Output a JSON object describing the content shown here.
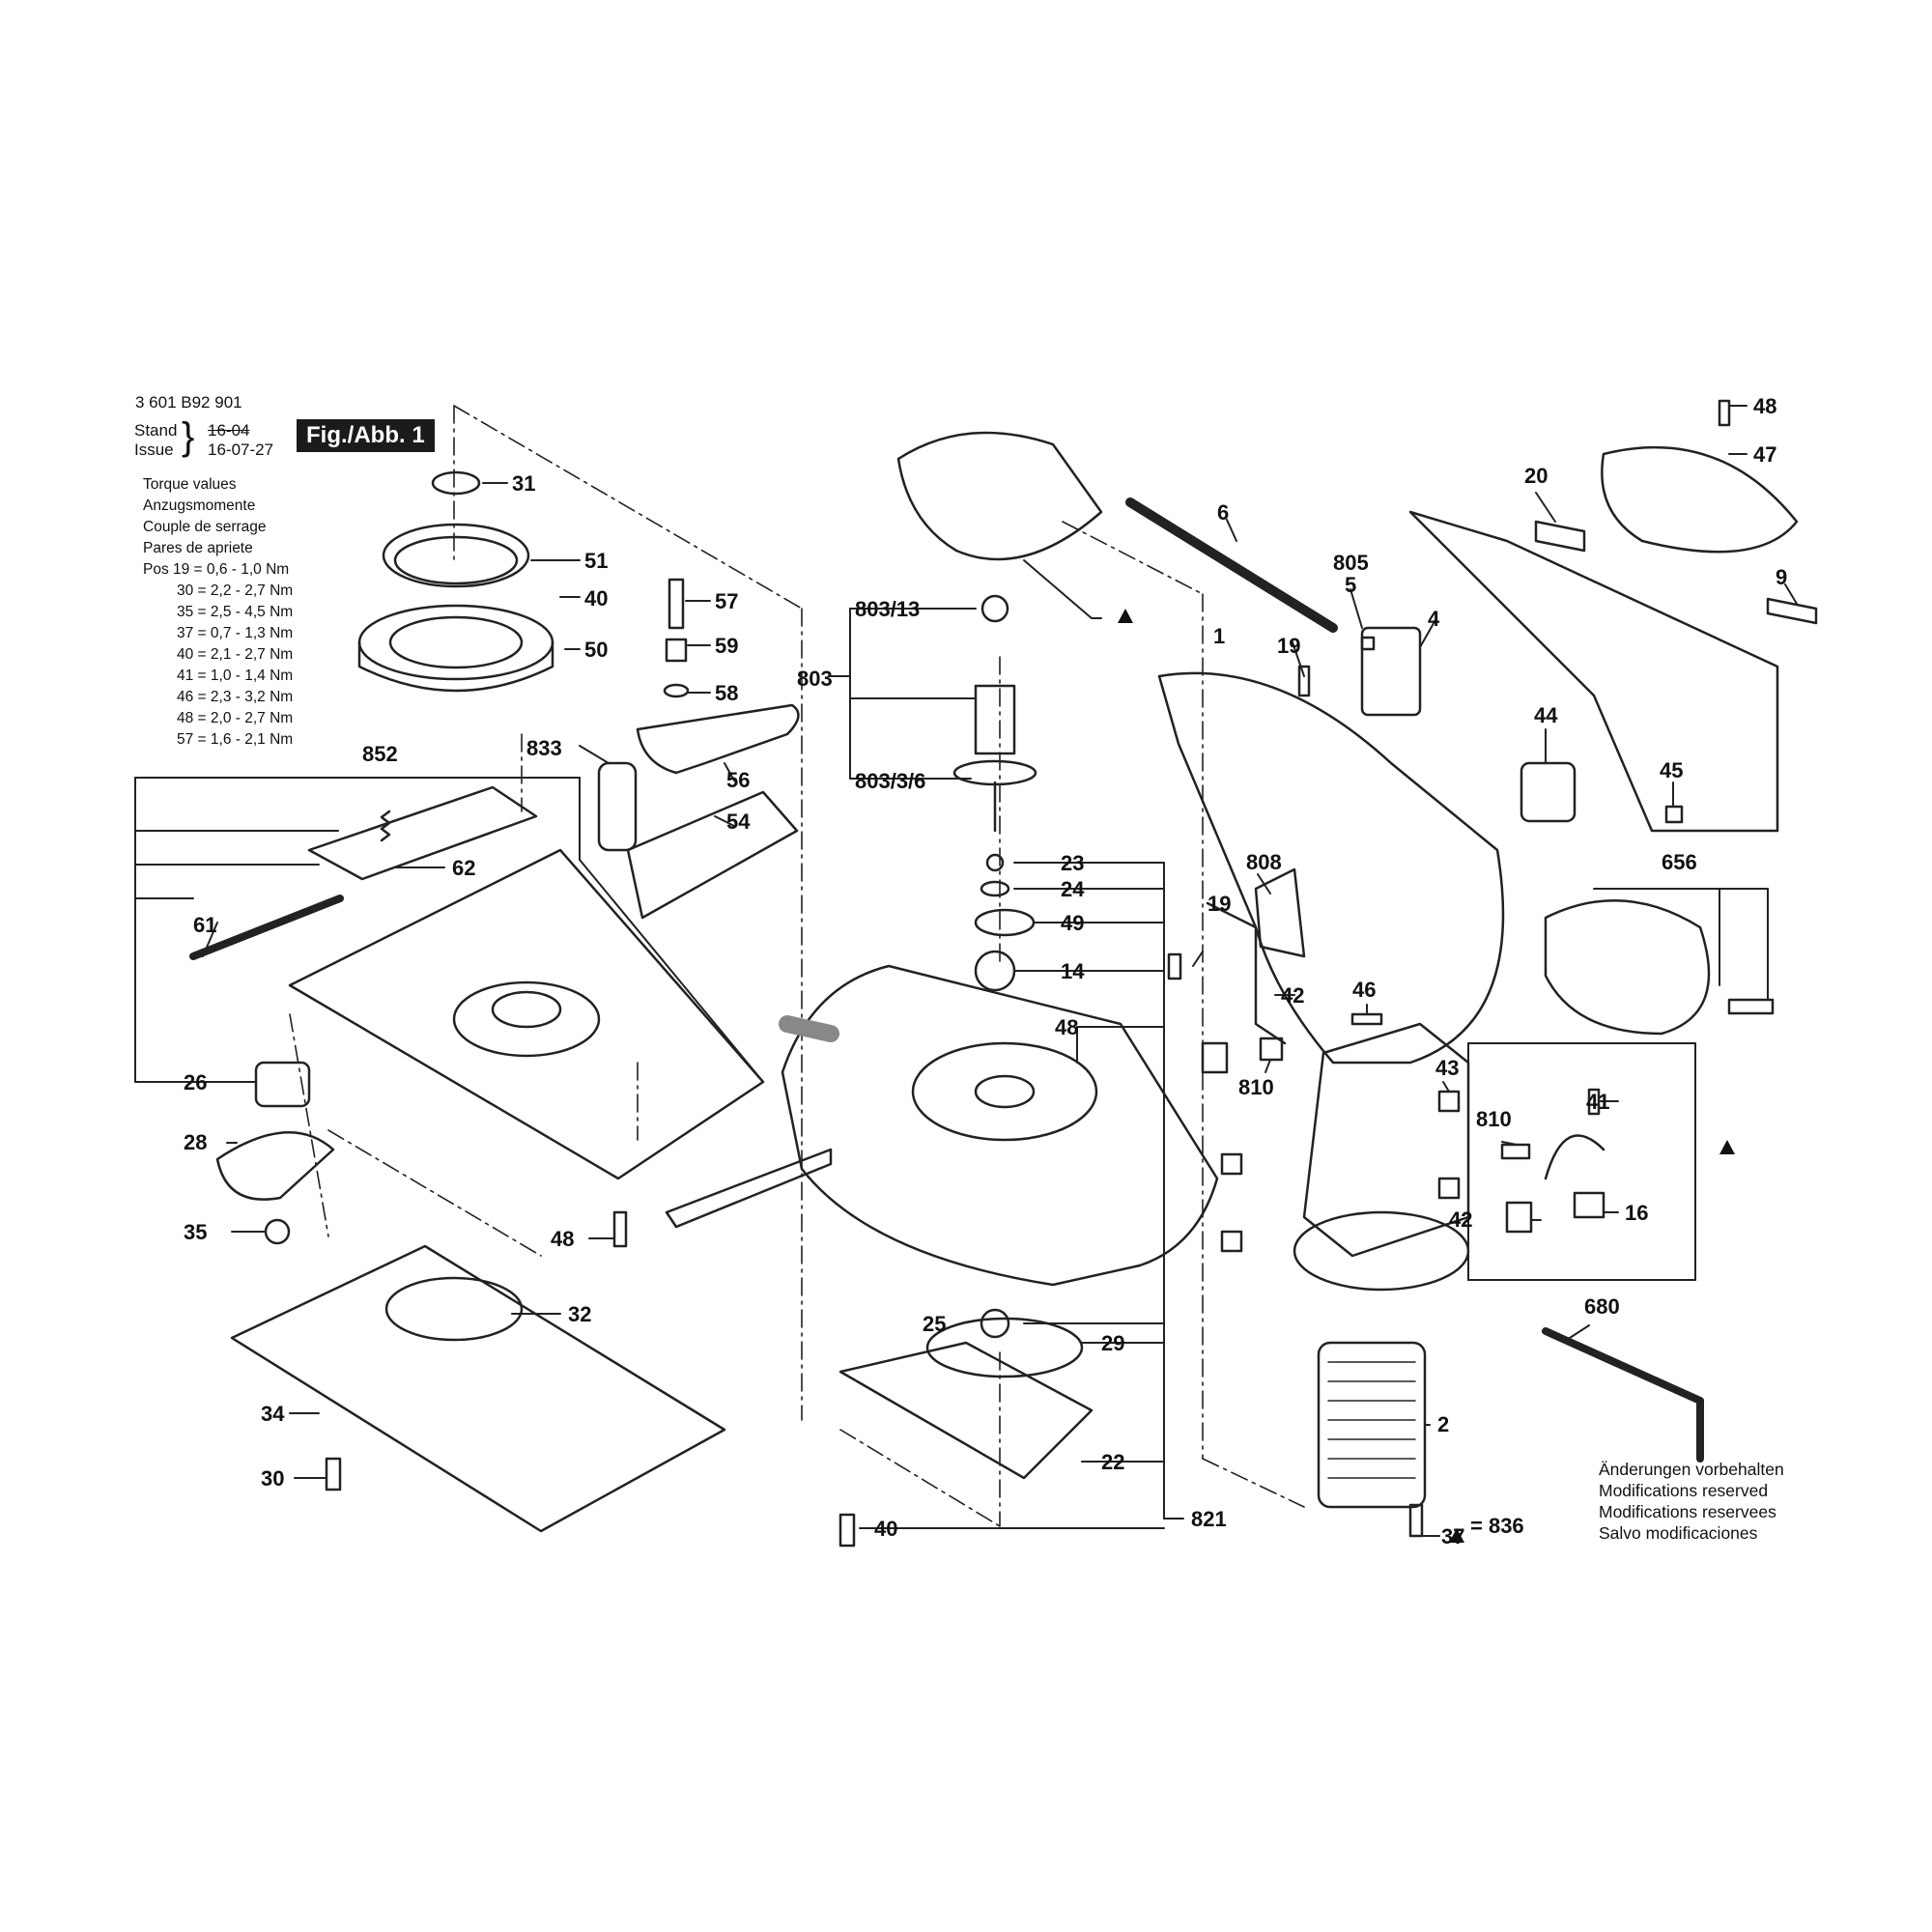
{
  "header": {
    "doc_number": "3 601 B92 901",
    "stand_label": "Stand",
    "issue_label": "Issue",
    "old_date": "16-04",
    "issue_date": "16-07-27",
    "figure_label": "Fig./Abb. 1"
  },
  "torque": {
    "titles": [
      "Torque values",
      "Anzugsmomente",
      "Couple de serrage",
      "Pares de apriete"
    ],
    "rows": [
      "Pos 19 = 0,6 - 1,0 Nm",
      "30 = 2,2 - 2,7 Nm",
      "35 = 2,5 - 4,5 Nm",
      "37 = 0,7 - 1,3 Nm",
      "40 = 2,1 - 2,7 Nm",
      "41 = 1,0 - 1,4 Nm",
      "46 = 2,3 - 3,2 Nm",
      "48 = 2,0 - 2,7 Nm",
      "57 = 1,6 - 2,1 Nm"
    ]
  },
  "note_lines": [
    "Änderungen vorbehalten",
    "Modifications reserved",
    "Modifications reservees",
    "Salvo modificaciones"
  ],
  "legend_key": "= 836",
  "parts": [
    "31",
    "51",
    "40",
    "50",
    "57",
    "59",
    "58",
    "833",
    "56",
    "54",
    "852",
    "62",
    "61",
    "26",
    "28",
    "35",
    "48",
    "32",
    "34",
    "30",
    "803/13",
    "803",
    "803/3/6",
    "23",
    "24",
    "49",
    "14",
    "48",
    "25",
    "29",
    "22",
    "40",
    "821",
    "6",
    "805",
    "5",
    "19",
    "4",
    "1",
    "20",
    "48",
    "47",
    "9",
    "44",
    "45",
    "656",
    "808",
    "19",
    "42",
    "46",
    "810",
    "43",
    "810",
    "41",
    "42",
    "16",
    "680",
    "2",
    "37"
  ]
}
